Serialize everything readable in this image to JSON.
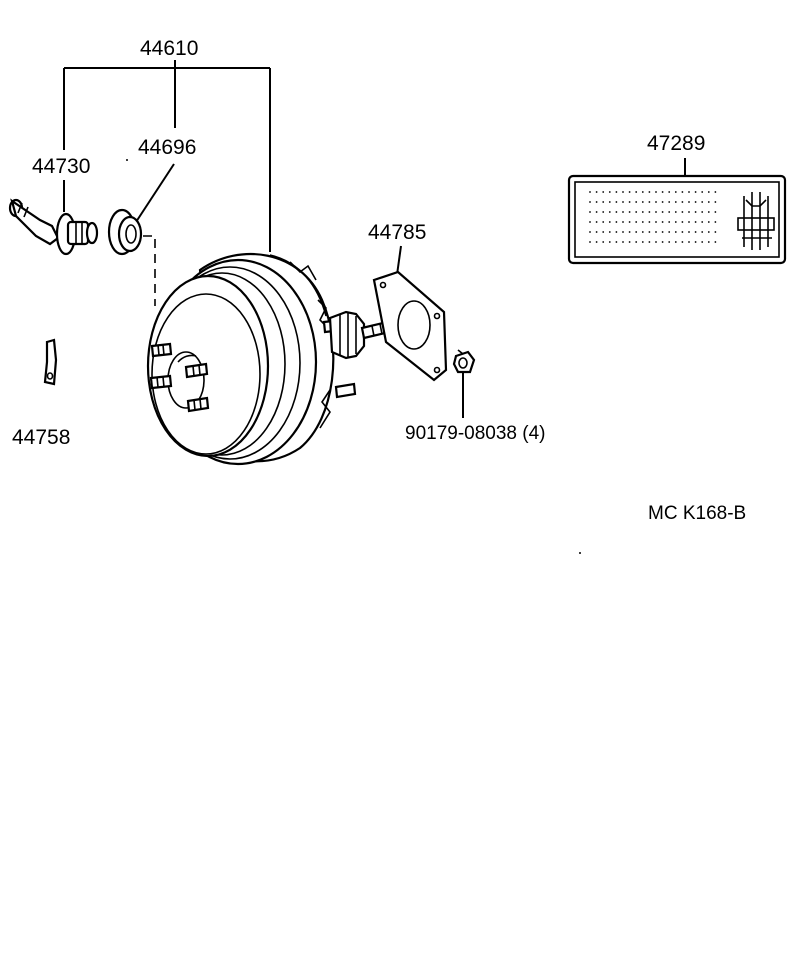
{
  "labels": {
    "booster_assembly": "44610",
    "hose_union": "44730",
    "grommet": "44696",
    "gasket": "44785",
    "bracket": "44758",
    "nut": "90179-08038 (4)",
    "caution_plate": "47289"
  },
  "reference_code": "MC  K168-B"
}
